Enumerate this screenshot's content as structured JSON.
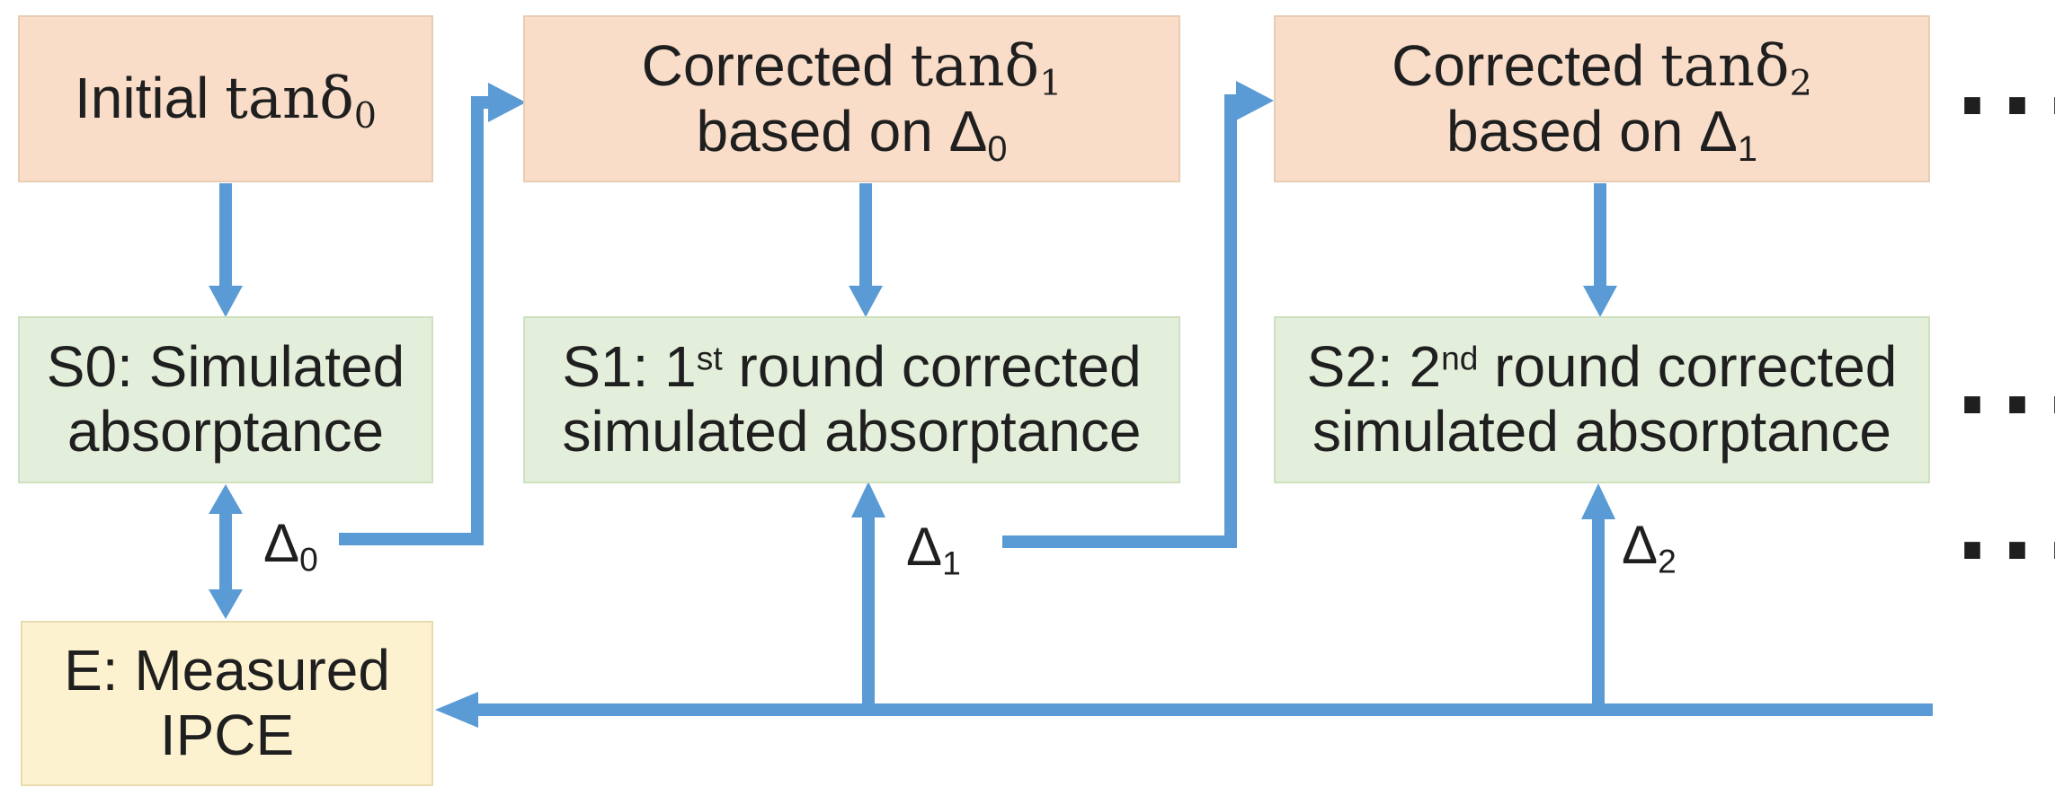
{
  "colors": {
    "arrow_blue": "#5b9bd5",
    "pink_fill": "#f9ddc9",
    "pink_border": "#e8cdb5",
    "green_fill": "#e4efdb",
    "green_border": "#cfe0bf",
    "yellow_fill": "#fdf2d0",
    "yellow_border": "#e8dcae",
    "text": "#1f1f1f"
  },
  "boxes": {
    "initial_tand": {
      "prefix": "Initial ",
      "math": "tanδ",
      "sub": "0"
    },
    "corrected_tand1": {
      "prefix": "Corrected ",
      "math": "tanδ",
      "sub": "1",
      "line2_prefix": "based on ",
      "line2_delta": "Δ",
      "line2_sub": "0"
    },
    "corrected_tand2": {
      "prefix": "Corrected ",
      "math": "tanδ",
      "sub": "2",
      "line2_prefix": "based on ",
      "line2_delta": "Δ",
      "line2_sub": "1"
    },
    "s0": {
      "line1": "S0: Simulated",
      "line2": "absorptance"
    },
    "s1": {
      "line1_pre": "S1: 1",
      "line1_sup": "st",
      "line1_post": " round corrected",
      "line2": "simulated absorptance"
    },
    "s2": {
      "line1_pre": "S2: 2",
      "line1_sup": "nd",
      "line1_post": " round corrected",
      "line2": "simulated absorptance"
    },
    "e": {
      "line1": "E: Measured",
      "line2": "IPCE"
    }
  },
  "delta_labels": {
    "d0": {
      "base": "Δ",
      "sub": "0"
    },
    "d1": {
      "base": "Δ",
      "sub": "1"
    },
    "d2": {
      "base": "Δ",
      "sub": "2"
    }
  },
  "ellipsis": "..."
}
